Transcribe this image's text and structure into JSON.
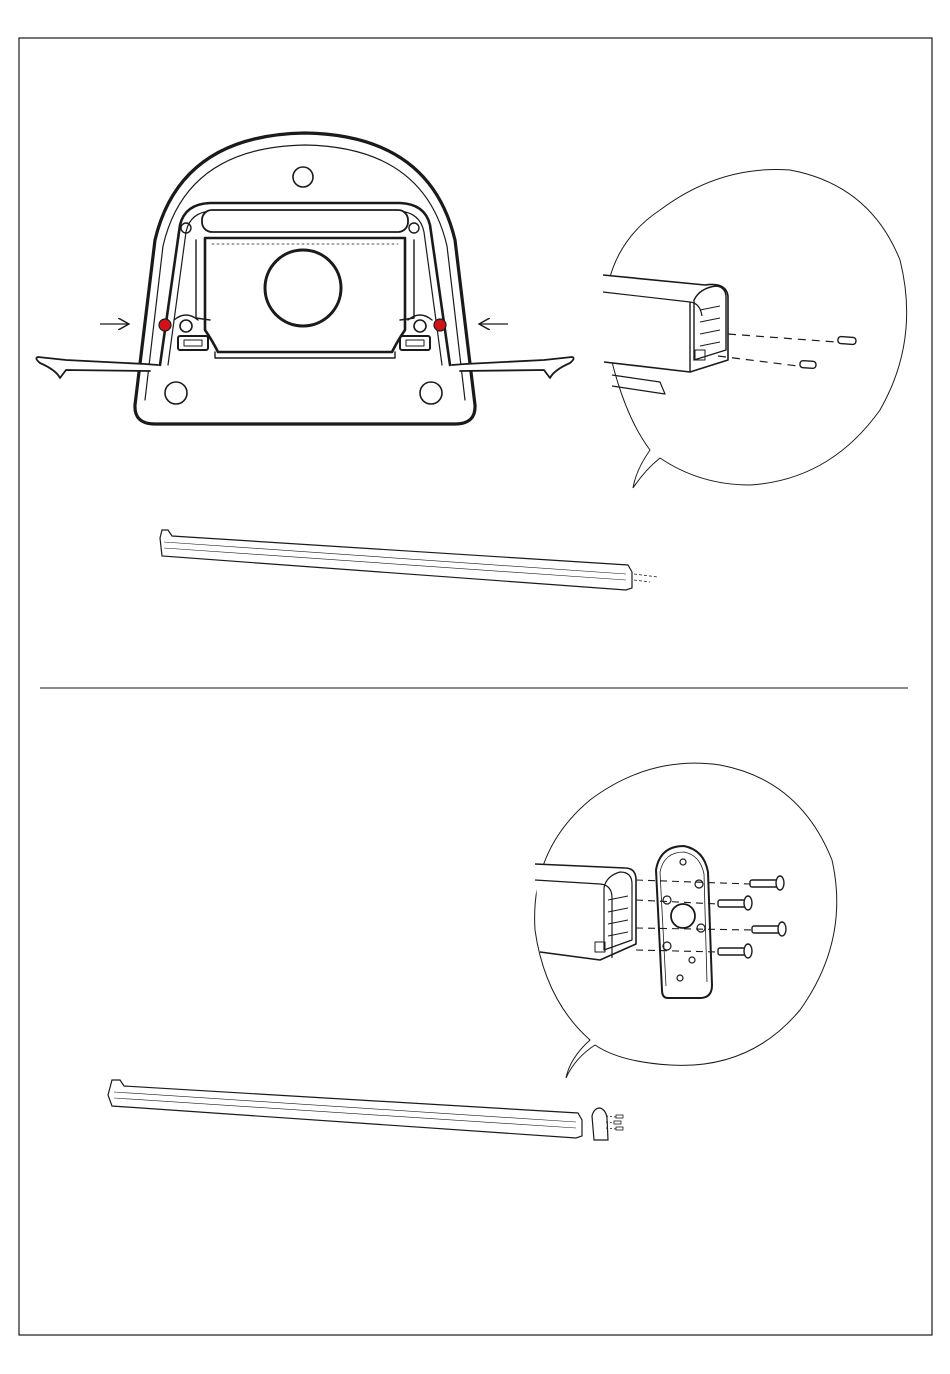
{
  "page": {
    "description_visible_text": "",
    "colors": {
      "ink": "#1a1a1a",
      "highlight_dot": "#d0121b",
      "paper": "#ffffff"
    }
  },
  "step_top": {
    "markers": {
      "left_arrow": "→",
      "right_arrow": "←"
    },
    "callout_icon": "magnifier-bubble",
    "part_icon": "rail-profile-with-pins"
  },
  "step_bottom": {
    "callout_icon": "magnifier-bubble",
    "part_icon": "rail-with-end-plate-and-screws"
  }
}
